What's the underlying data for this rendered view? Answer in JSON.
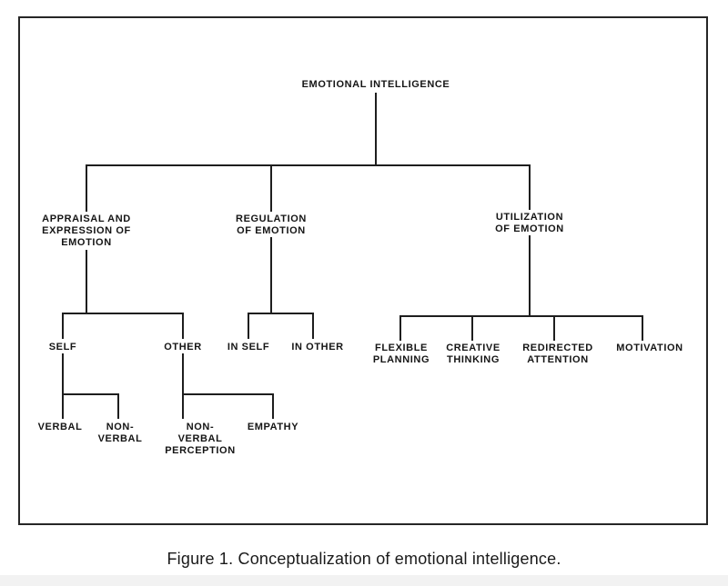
{
  "diagram": {
    "root": {
      "id": "ei",
      "label": "EMOTIONAL INTELLIGENCE"
    },
    "branches": [
      {
        "id": "appraisal",
        "label": "APPRAISAL AND\nEXPRESSION OF\nEMOTION"
      },
      {
        "id": "regulation",
        "label": "REGULATION\nOF EMOTION"
      },
      {
        "id": "utilization",
        "label": "UTILIZATION\nOF EMOTION"
      }
    ],
    "appraisal_children": [
      {
        "id": "self",
        "label": "SELF"
      },
      {
        "id": "other",
        "label": "OTHER"
      }
    ],
    "self_children": [
      {
        "id": "verbal",
        "label": "VERBAL"
      },
      {
        "id": "nonverbal",
        "label": "NON-\nVERBAL"
      }
    ],
    "other_children": [
      {
        "id": "nonverbal_perception",
        "label": "NON-\nVERBAL\nPERCEPTION"
      },
      {
        "id": "empathy",
        "label": "EMPATHY"
      }
    ],
    "regulation_children": [
      {
        "id": "in_self",
        "label": "IN SELF"
      },
      {
        "id": "in_other",
        "label": "IN OTHER"
      }
    ],
    "utilization_children": [
      {
        "id": "flexible_planning",
        "label": "FLEXIBLE\nPLANNING"
      },
      {
        "id": "creative_thinking",
        "label": "CREATIVE\nTHINKING"
      },
      {
        "id": "redirected_attention",
        "label": "REDIRECTED\nATTENTION"
      },
      {
        "id": "motivation",
        "label": "MOTIVATION"
      }
    ]
  },
  "caption": "Figure 1.  Conceptualization of emotional intelligence."
}
